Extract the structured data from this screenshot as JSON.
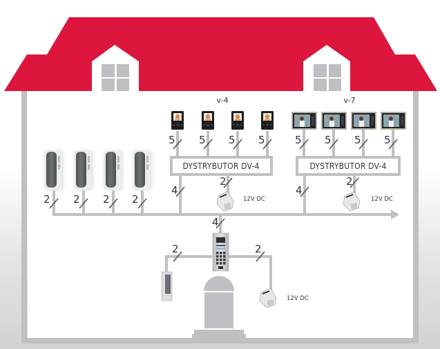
{
  "colors": {
    "roof": "#dc163c",
    "wall": "#bfc0c3",
    "window": "#bebfc2",
    "wire": "#bfc0c3",
    "text": "#333333"
  },
  "groups": {
    "v4": {
      "title": "v-4",
      "distributor_label": "DYSTRYBUTOR DV-4",
      "monitor_count": 4,
      "monitor_wire_count": "5",
      "distributor_to_bus_wires": "4",
      "psu_wires": "2",
      "psu_label": "12V DC"
    },
    "v7": {
      "title": "v-7",
      "distributor_label": "DYSTRYBUTOR DV-4",
      "monitor_count": 4,
      "monitor_wire_count": "5",
      "distributor_to_bus_wires": "4",
      "psu_wires": "2",
      "psu_label": "12V DC"
    }
  },
  "handsets": {
    "count": 4,
    "wire_count": "2"
  },
  "entrance": {
    "panel_wires": "4",
    "lock_wires": "2",
    "psu_wires": "2",
    "psu_label": "12V DC"
  }
}
